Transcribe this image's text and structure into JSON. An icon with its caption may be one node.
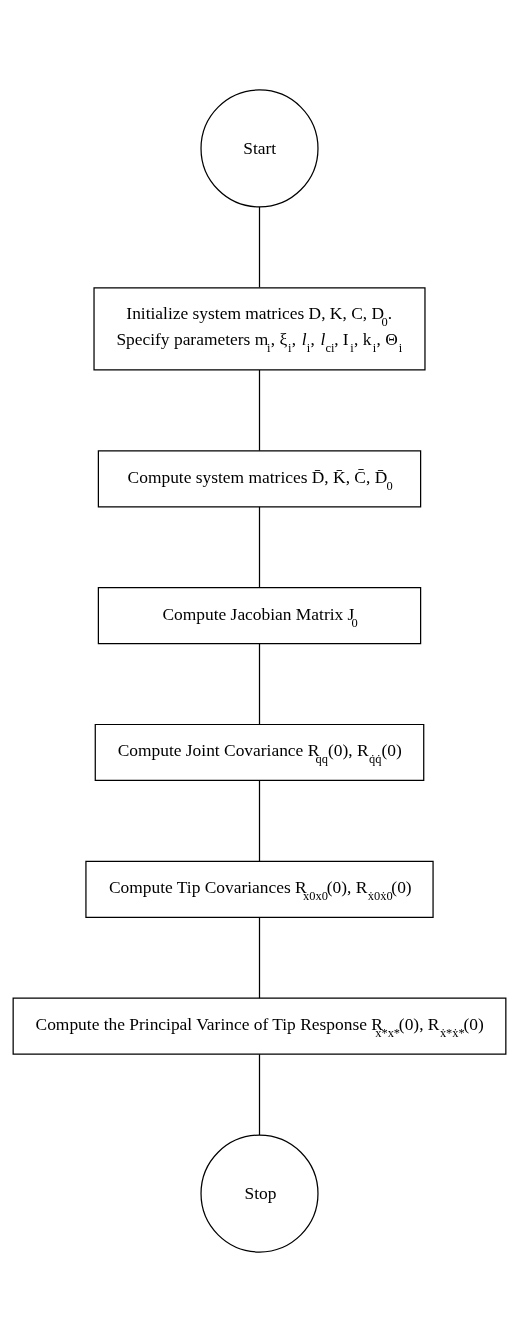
{
  "diagram": {
    "nodes": [
      {
        "text": [
          "Start"
        ]
      },
      {
        "text": [
          "Initialize system matrices D, K, C, D$_{0}$.",
          "Specify parameters m$_{i}$, ξ$_{i}$, *l*$_{i}$, *l*$_{ci}$, I$_{i}$, k$_{i}$, Θ$_{i}$"
        ]
      },
      {
        "text": [
          "Compute system matrices D̄, K̄, C̄, D̄$_{0}$"
        ]
      },
      {
        "text": [
          "Compute Jacobian Matrix J$_{0}$"
        ]
      },
      {
        "text": [
          "Compute Joint Covariance R$_{qq}$(0), R$_{q̇q̇}$(0)"
        ]
      },
      {
        "text": [
          "Compute Tip Covariances R$_{x0x0}$(0), R$_{ẋ0ẋ0}$(0)"
        ]
      },
      {
        "text": [
          "Compute the Principal Varince of Tip Response R$_{x*x*}$(0), R$_{ẋ*ẋ*}$(0)"
        ]
      },
      {
        "text": [
          "Stop"
        ]
      }
    ],
    "edges": [
      {
        "from": 0,
        "to": 1,
        "arrow": "none"
      },
      {
        "from": 1,
        "to": 2,
        "arrow": "none"
      },
      {
        "from": 2,
        "to": 3,
        "arrow": "none"
      },
      {
        "from": 3,
        "to": 4,
        "arrow": "none"
      },
      {
        "from": 4,
        "to": 5,
        "arrow": "none"
      },
      {
        "from": 5,
        "to": 6,
        "arrow": "none"
      },
      {
        "from": 6,
        "to": 7,
        "arrow": "none"
      }
    ]
  }
}
